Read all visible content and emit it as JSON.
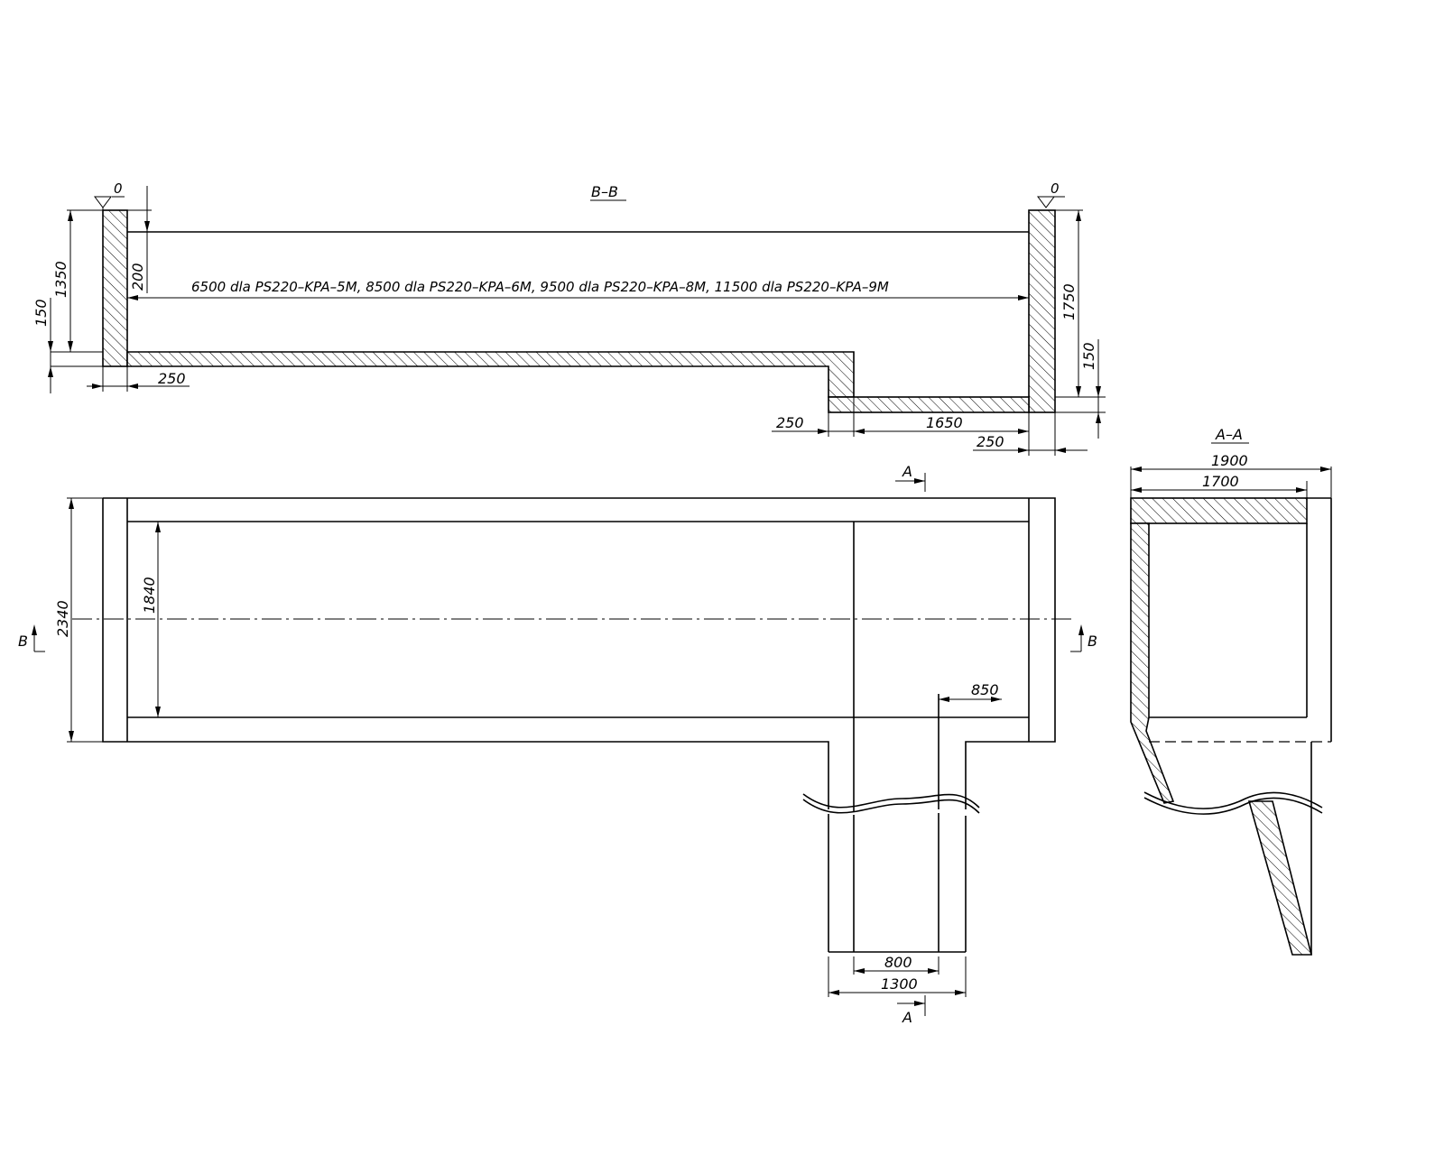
{
  "drawing": {
    "section_bb": {
      "title": "B–B",
      "level_left": "0",
      "level_right": "0",
      "dim_1350": "1350",
      "dim_150_left": "150",
      "dim_200": "200",
      "dim_250_left": "250",
      "dim_250_step": "250",
      "dim_1650": "1650",
      "dim_250_right": "250",
      "dim_1750": "1750",
      "dim_150_right": "150",
      "length_note": "6500 dla PS220–KPA–5M, 8500 dla PS220–KPA–6M, 9500 dla PS220–KPA–8M, 11500 dla PS220–KPA–9M"
    },
    "plan": {
      "dim_2340": "2340",
      "dim_1840": "1840",
      "dim_850": "850",
      "dim_800": "800",
      "dim_1300": "1300",
      "section_a_top": "A",
      "section_a_bottom": "A",
      "section_b_left": "B",
      "section_b_right": "B"
    },
    "section_aa": {
      "title": "A–A",
      "dim_1900": "1900",
      "dim_1700": "1700"
    }
  }
}
